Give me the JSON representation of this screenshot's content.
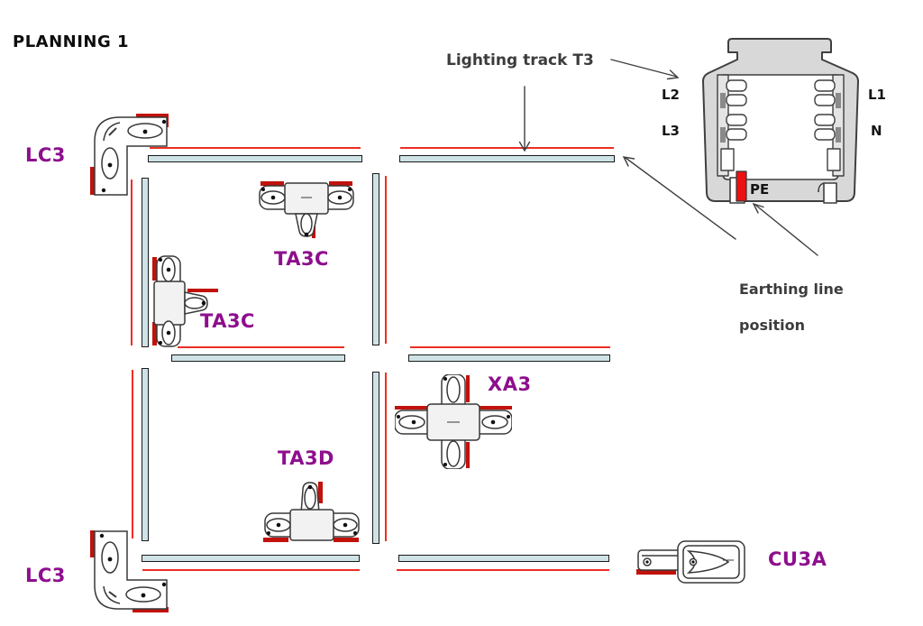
{
  "title": "PLANNING 1",
  "annotations": {
    "lighting_track_label": "Lighting track T3",
    "earthing_label_line1": "Earthing line",
    "earthing_label_line2": "position"
  },
  "cross_section": {
    "phase_top_left": "L2",
    "phase_bottom_left": "L3",
    "phase_top_right": "L1",
    "neutral": "N",
    "earth": "PE"
  },
  "connectors": {
    "lc3_top": "LC3",
    "ta3c_top": "TA3C",
    "ta3c_left": "TA3C",
    "xa3": "XA3",
    "ta3d": "TA3D",
    "lc3_bottom": "LC3",
    "cu3a": "CU3A"
  },
  "colors": {
    "label_purple": "#8e0e8e",
    "earth_line_red": "#ee2e24",
    "connector_accent_red": "#c1120c",
    "pe_red": "#ee1111",
    "track_fill": "#cfe3e7",
    "annotation_text": "#3c3c3c"
  }
}
